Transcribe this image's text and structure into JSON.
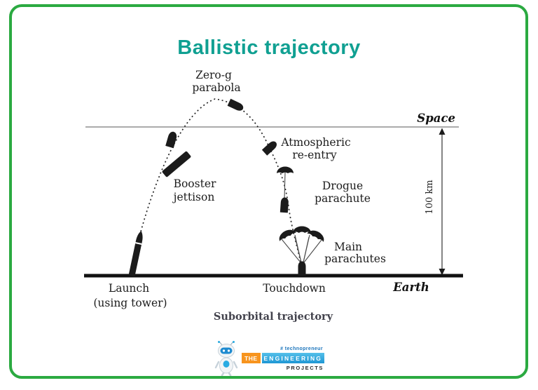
{
  "title": "Ballistic trajectory",
  "colors": {
    "accent_teal": "#10a092",
    "border_green": "#2baa41",
    "ink_black": "#1b1b1b",
    "space_line_gray": "#8f8f8f",
    "logo_orange": "#f7941e",
    "logo_blue": "#29abe2",
    "logo_dark": "#2b2b2b",
    "tagline_blue": "#1c75bc"
  },
  "diagram": {
    "labels": {
      "zero_g": [
        "Zero-g",
        "parabola"
      ],
      "booster": [
        "Booster",
        "jettison"
      ],
      "atmospheric": [
        "Atmospheric",
        "re-entry"
      ],
      "drogue": [
        "Drogue",
        "parachute"
      ],
      "main": [
        "Main",
        "parachutes"
      ],
      "space": "Space",
      "earth": "Earth",
      "altitude": "100 km",
      "launch": [
        "Launch",
        "(using tower)"
      ],
      "touchdown": "Touchdown",
      "caption": "Suborbital trajectory"
    },
    "icons": {
      "rocket": "launch-rocket-silhouette",
      "capsule": "capsule-silhouette",
      "parachute": "parachute-canopy",
      "arrow": "double-headed-altitude-arrow",
      "robot": "robot-mascot"
    }
  },
  "logo": {
    "tagline": "# technopreneur",
    "word_the": "THE",
    "word_engineering": "ENGINEERING",
    "word_projects": "PROJECTS"
  }
}
